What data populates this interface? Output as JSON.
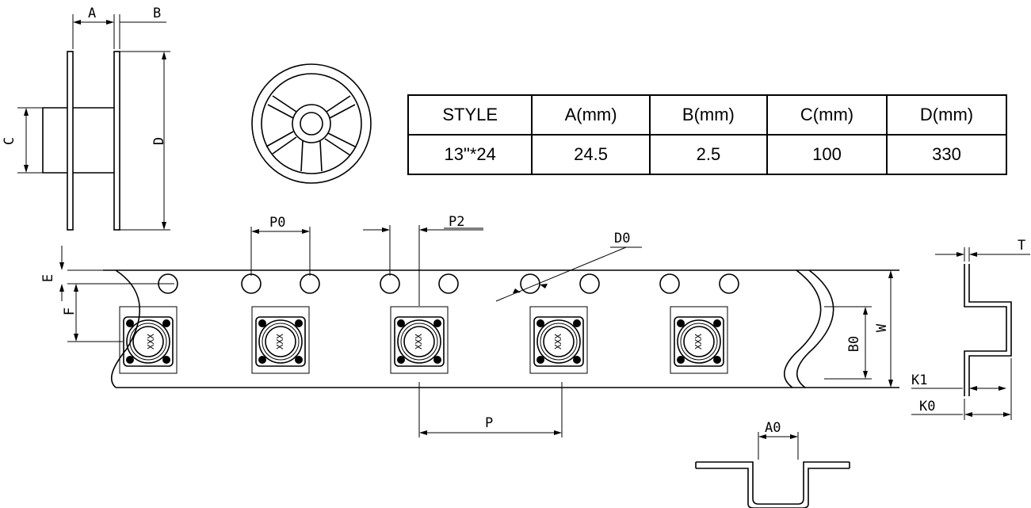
{
  "dimension_labels": {
    "A": "A",
    "B": "B",
    "C": "C",
    "D": "D",
    "P0": "P0",
    "P2": "P2",
    "D0": "D0",
    "E": "E",
    "F": "F",
    "P": "P",
    "B0": "B0",
    "W": "W",
    "T": "T",
    "K1": "K1",
    "K0": "K0",
    "A0": "A0"
  },
  "component_marking": "XXX",
  "reel_table": {
    "headers": [
      "STYLE",
      "A(mm)",
      "B(mm)",
      "C(mm)",
      "D(mm)"
    ],
    "row": [
      "13\"*24",
      "24.5",
      "2.5",
      "100",
      "330"
    ]
  }
}
